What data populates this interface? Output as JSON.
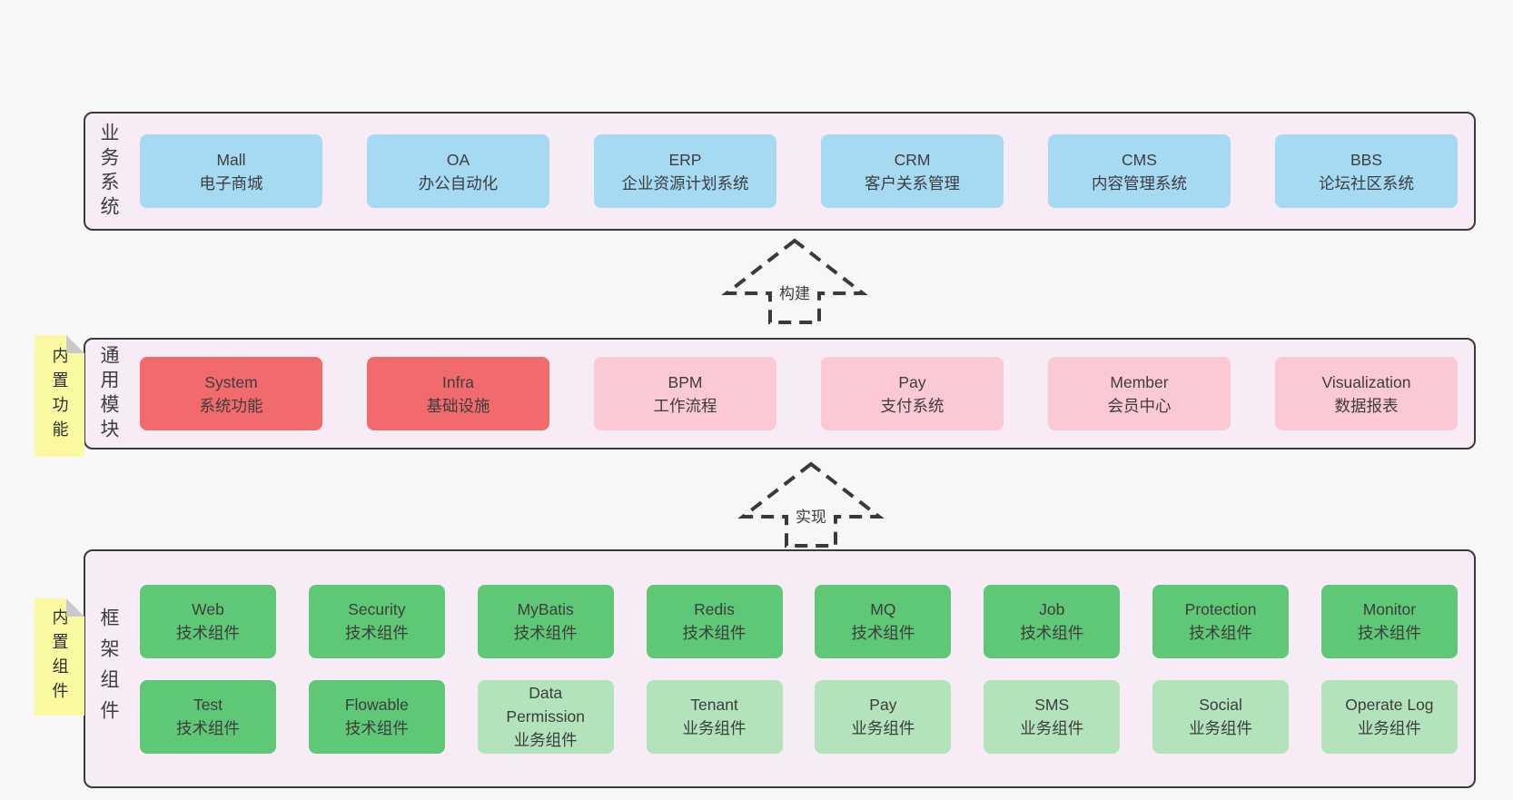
{
  "diagram": {
    "arrows": {
      "build": {
        "label": "构建"
      },
      "implement": {
        "label": "实现"
      }
    },
    "bands": {
      "business": {
        "label": "业务系统",
        "rows": [
          [
            {
              "en": "Mall",
              "zh": "电子商城",
              "type": "blue"
            },
            {
              "en": "OA",
              "zh": "办公自动化",
              "type": "blue"
            },
            {
              "en": "ERP",
              "zh": "企业资源计划系统",
              "type": "blue"
            },
            {
              "en": "CRM",
              "zh": "客户关系管理",
              "type": "blue"
            },
            {
              "en": "CMS",
              "zh": "内容管理系统",
              "type": "blue"
            },
            {
              "en": "BBS",
              "zh": "论坛社区系统",
              "type": "blue"
            }
          ]
        ]
      },
      "modules": {
        "label": "通用模块",
        "sticky": "内置功能",
        "rows": [
          [
            {
              "en": "System",
              "zh": "系统功能",
              "type": "red"
            },
            {
              "en": "Infra",
              "zh": "基础设施",
              "type": "red"
            },
            {
              "en": "BPM",
              "zh": "工作流程",
              "type": "pink"
            },
            {
              "en": "Pay",
              "zh": "支付系统",
              "type": "pink"
            },
            {
              "en": "Member",
              "zh": "会员中心",
              "type": "pink"
            },
            {
              "en": "Visualization",
              "zh": "数据报表",
              "type": "pink"
            }
          ]
        ]
      },
      "framework": {
        "label": "框架组件",
        "sticky": "内置组件",
        "rows": [
          [
            {
              "en": "Web",
              "zh": "技术组件",
              "type": "green"
            },
            {
              "en": "Security",
              "zh": "技术组件",
              "type": "green"
            },
            {
              "en": "MyBatis",
              "zh": "技术组件",
              "type": "green"
            },
            {
              "en": "Redis",
              "zh": "技术组件",
              "type": "green"
            },
            {
              "en": "MQ",
              "zh": "技术组件",
              "type": "green"
            },
            {
              "en": "Job",
              "zh": "技术组件",
              "type": "green"
            },
            {
              "en": "Protection",
              "zh": "技术组件",
              "type": "green"
            },
            {
              "en": "Monitor",
              "zh": "技术组件",
              "type": "green"
            }
          ],
          [
            {
              "en": "Test",
              "zh": "技术组件",
              "type": "green"
            },
            {
              "en": "Flowable",
              "zh": "技术组件",
              "type": "green"
            },
            {
              "en": "Data\nPermission",
              "zh": "业务组件",
              "type": "lightgreen"
            },
            {
              "en": "Tenant",
              "zh": "业务组件",
              "type": "lightgreen"
            },
            {
              "en": "Pay",
              "zh": "业务组件",
              "type": "lightgreen"
            },
            {
              "en": "SMS",
              "zh": "业务组件",
              "type": "lightgreen"
            },
            {
              "en": "Social",
              "zh": "业务组件",
              "type": "lightgreen"
            },
            {
              "en": "Operate Log",
              "zh": "业务组件",
              "type": "lightgreen"
            }
          ]
        ]
      }
    },
    "colors": {
      "page_bg": "#f7f7f7",
      "band_bg": "#f7ecf5",
      "band_border": "#3a3a3a",
      "text": "#3d3d3d",
      "blue": "#a6d9f2",
      "red": "#f16a6e",
      "pink": "#fbc9d3",
      "green": "#5ec877",
      "lightgreen": "#b2e3ba",
      "sticky": "#fbf9a2",
      "sticky_fold": "#c9c9c9"
    }
  }
}
